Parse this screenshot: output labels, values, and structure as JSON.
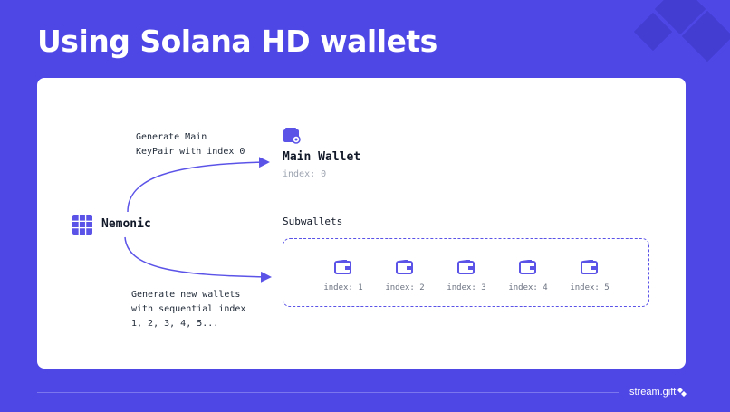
{
  "slide": {
    "title": "Using Solana HD wallets",
    "brand": "stream.gift"
  },
  "diagram": {
    "nemonic_label": "Nemonic",
    "gen_main_label": "Generate Main\nKeyPair with index 0",
    "gen_new_label": "Generate new wallets\nwith sequential index\n1, 2, 3, 4, 5...",
    "main_wallet_title": "Main Wallet",
    "main_wallet_index": "index: 0",
    "subwallets_title": "Subwallets",
    "subwallets": [
      {
        "label": "index: 1"
      },
      {
        "label": "index: 2"
      },
      {
        "label": "index: 3"
      },
      {
        "label": "index: 4"
      },
      {
        "label": "index: 5"
      }
    ]
  },
  "colors": {
    "accent": "#4e47e6",
    "card": "#ffffff"
  },
  "icons": {
    "nemonic": "grid-icon",
    "main_wallet": "wallet-icon",
    "subwallet": "wallet-icon",
    "brand": "logo-icon"
  }
}
